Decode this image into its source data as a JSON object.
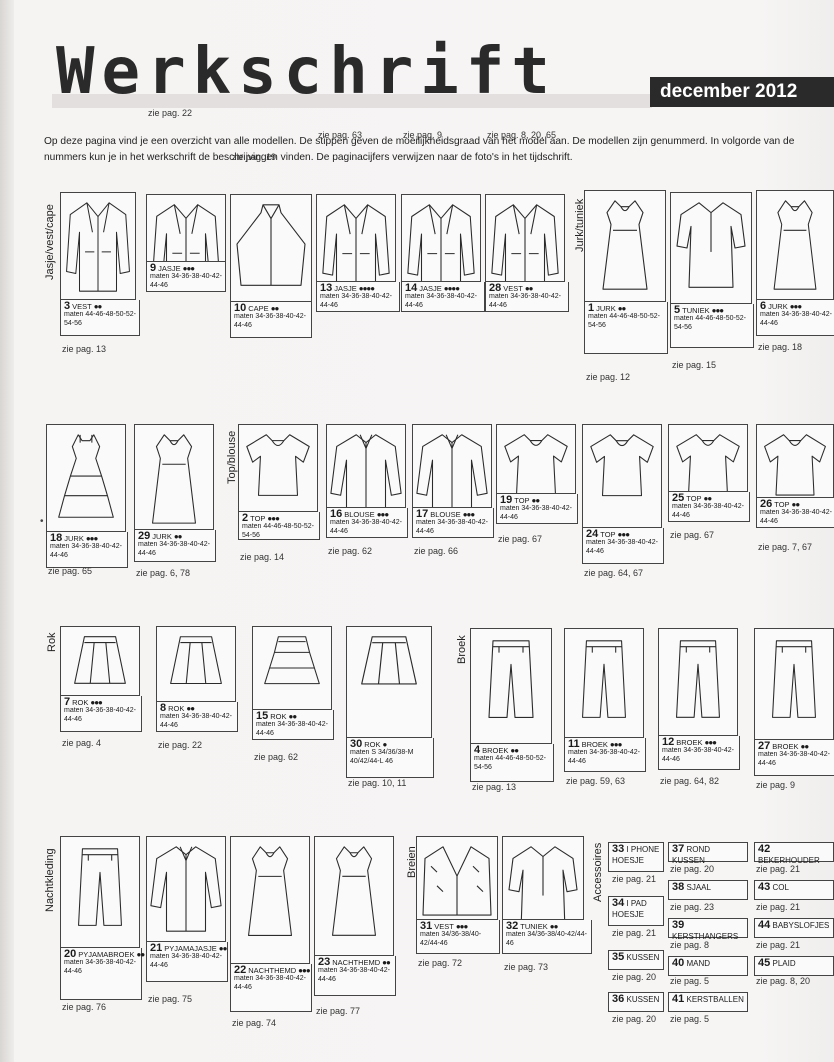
{
  "header": {
    "title": "Werkschrift",
    "date": "december 2012"
  },
  "intro": "Op deze pagina vind je een overzicht van alle modellen. De stippen geven de moeilijkheidsgraad van het model aan. De modellen zijn genummerd. In volgorde van de nummers kun je in het werkschrift de beschrijvingen vinden. De paginacijfers verwijzen naar de foto's in het tijdschrift.",
  "sections": {
    "jasje": "Jasje/vest/cape",
    "jurk": "Jurk/tuniek",
    "top": "Top/blouse",
    "rok": "Rok",
    "broek": "Broek",
    "nacht": "Nachtkleding",
    "breien": "Breien",
    "acc": "Accessoires"
  },
  "models": [
    {
      "num": "3",
      "name": "VEST",
      "dots": "●●",
      "sizes": "maten 44-46-48-50-52-54-56",
      "page": "zie pag. 13",
      "icon": "vest-drawing"
    },
    {
      "num": "9",
      "name": "JASJE",
      "dots": "●●●",
      "sizes": "maten 34-36-38-40-42-44-46",
      "page": "zie pag. 22",
      "icon": "jacket-drawing"
    },
    {
      "num": "10",
      "name": "CAPE",
      "dots": "●●",
      "sizes": "maten 34-36-38-40-42-44-46",
      "page": "zie pag. 19",
      "icon": "cape-drawing"
    },
    {
      "num": "13",
      "name": "JASJE",
      "dots": "●●●●",
      "sizes": "maten 34-36-38-40-42-44-46",
      "page": "zie pag. 63",
      "icon": "jacket-drawing"
    },
    {
      "num": "14",
      "name": "JASJE",
      "dots": "●●●●",
      "sizes": "maten 34-36-38-40-42-44-46",
      "page": "zie pag. 9",
      "icon": "jacket-drawing"
    },
    {
      "num": "28",
      "name": "VEST",
      "dots": "●●",
      "sizes": "maten 34-36-38-40-42-44-46",
      "page": "zie pag. 8, 20, 65",
      "icon": "wrap-vest-drawing"
    },
    {
      "num": "1",
      "name": "JURK",
      "dots": "●●",
      "sizes": "maten 44-46-48-50-52-54-56",
      "page": "zie pag. 12",
      "icon": "dress-drawing"
    },
    {
      "num": "5",
      "name": "TUNIEK",
      "dots": "●●●",
      "sizes": "maten 44-46-48-50-52-54-56",
      "page": "zie pag. 15",
      "icon": "tunic-drawing"
    },
    {
      "num": "6",
      "name": "JURK",
      "dots": "●●●",
      "sizes": "maten 34-36-38-40-42-44-46",
      "page": "zie pag. 18",
      "icon": "dress-drawing"
    },
    {
      "num": "18",
      "name": "JURK",
      "dots": "●●●",
      "sizes": "maten 34-36-38-40-42-44-46",
      "page": "zie pag. 65",
      "icon": "tiered-dress-drawing"
    },
    {
      "num": "29",
      "name": "JURK",
      "dots": "●●",
      "sizes": "maten 34-36-38-40-42-44-46",
      "page": "zie pag. 6, 78",
      "icon": "dress-drawing"
    },
    {
      "num": "2",
      "name": "TOP",
      "dots": "●●●",
      "sizes": "maten 44-46-48-50-52-54-56",
      "page": "zie pag. 14",
      "icon": "top-drawing"
    },
    {
      "num": "16",
      "name": "BLOUSE",
      "dots": "●●●",
      "sizes": "maten 34-36-38-40-42-44-46",
      "page": "zie pag. 62",
      "icon": "blouse-drawing"
    },
    {
      "num": "17",
      "name": "BLOUSE",
      "dots": "●●●",
      "sizes": "maten 34-36-38-40-42-44-46",
      "page": "zie pag. 66",
      "icon": "blouse-drawing"
    },
    {
      "num": "19",
      "name": "TOP",
      "dots": "●●",
      "sizes": "maten 34-36-38-40-42-44-46",
      "page": "zie pag. 67",
      "icon": "top-drawing"
    },
    {
      "num": "24",
      "name": "TOP",
      "dots": "●●●",
      "sizes": "maten 34-36-38-40-42-44-46",
      "page": "zie pag. 64, 67",
      "icon": "top-drawing"
    },
    {
      "num": "25",
      "name": "TOP",
      "dots": "●●",
      "sizes": "maten 34-36-38-40-42-44-46",
      "page": "zie pag. 67",
      "icon": "top-drawing"
    },
    {
      "num": "26",
      "name": "TOP",
      "dots": "●●",
      "sizes": "maten 34-36-38-40-42-44-46",
      "page": "zie pag. 7, 67",
      "icon": "top-drawing"
    },
    {
      "num": "7",
      "name": "ROK",
      "dots": "●●●",
      "sizes": "maten 34-36-38-40-42-44-46",
      "page": "zie pag. 4",
      "icon": "skirt-drawing"
    },
    {
      "num": "8",
      "name": "ROK",
      "dots": "●●",
      "sizes": "maten 34-36-38-40-42-44-46",
      "page": "zie pag. 22",
      "icon": "skirt-drawing"
    },
    {
      "num": "15",
      "name": "ROK",
      "dots": "●●",
      "sizes": "maten 34-36-38-40-42-44-46",
      "page": "zie pag. 62",
      "icon": "tiered-skirt-drawing"
    },
    {
      "num": "30",
      "name": "ROK",
      "dots": "●",
      "sizes": "maten S 34/36/38-M 40/42/44-L 46",
      "page": "zie pag. 10, 11",
      "icon": "skirt-drawing"
    },
    {
      "num": "4",
      "name": "BROEK",
      "dots": "●●",
      "sizes": "maten 44-46-48-50-52-54-56",
      "page": "zie pag. 13",
      "icon": "trousers-drawing"
    },
    {
      "num": "11",
      "name": "BROEK",
      "dots": "●●●",
      "sizes": "maten 34-36-38-40-42-44-46",
      "page": "zie pag. 59, 63",
      "icon": "trousers-drawing"
    },
    {
      "num": "12",
      "name": "BROEK",
      "dots": "●●●",
      "sizes": "maten 34-36-38-40-42-44-46",
      "page": "zie pag. 64, 82",
      "icon": "trousers-drawing"
    },
    {
      "num": "27",
      "name": "BROEK",
      "dots": "●●",
      "sizes": "maten 34-36-38-40-42-44-46",
      "page": "zie pag. 9",
      "icon": "trousers-drawing"
    },
    {
      "num": "20",
      "name": "PYJAMABROEK",
      "dots": "●●",
      "sizes": "maten 34-36-38-40-42-44-46",
      "page": "zie pag. 76",
      "icon": "trousers-drawing"
    },
    {
      "num": "21",
      "name": "PYJAMAJASJE",
      "dots": "●●",
      "sizes": "maten 34-36-38-40-42-44-46",
      "page": "zie pag. 75",
      "icon": "shirt-drawing"
    },
    {
      "num": "22",
      "name": "NACHTHEMD",
      "dots": "●●●",
      "sizes": "maten 34-36-38-40-42-44-46",
      "page": "zie pag. 74",
      "icon": "nightgown-drawing"
    },
    {
      "num": "23",
      "name": "NACHTHEMD",
      "dots": "●●",
      "sizes": "maten 34-36-38-40-42-44-46",
      "page": "zie pag. 77",
      "icon": "nightgown-drawing"
    },
    {
      "num": "31",
      "name": "VEST",
      "dots": "●●●",
      "sizes": "maten 34/36-38/40-42/44-46",
      "page": "zie pag. 72",
      "icon": "knit-vest-drawing"
    },
    {
      "num": "32",
      "name": "TUNIEK",
      "dots": "●●",
      "sizes": "maten 34/36-38/40-42/44-46",
      "page": "zie pag. 73",
      "icon": "knit-tunic-drawing"
    }
  ],
  "accessories": [
    {
      "num": "33",
      "name": "I PHONE HOESJE",
      "page": "zie pag. 21"
    },
    {
      "num": "34",
      "name": "I PAD HOESJE",
      "page": "zie pag. 21"
    },
    {
      "num": "35",
      "name": "KUSSEN",
      "page": "zie pag. 20"
    },
    {
      "num": "36",
      "name": "KUSSEN",
      "page": "zie pag. 20"
    },
    {
      "num": "37",
      "name": "ROND KUSSEN",
      "page": "zie pag. 20"
    },
    {
      "num": "38",
      "name": "SJAAL",
      "page": "zie pag. 23"
    },
    {
      "num": "39",
      "name": "KERSTHANGERS",
      "page": "zie pag. 8"
    },
    {
      "num": "40",
      "name": "MAND",
      "page": "zie pag. 5"
    },
    {
      "num": "41",
      "name": "KERSTBALLEN",
      "page": "zie pag. 5"
    },
    {
      "num": "42",
      "name": "BEKERHOUDER",
      "page": "zie pag. 21"
    },
    {
      "num": "43",
      "name": "COL",
      "page": "zie pag. 21"
    },
    {
      "num": "44",
      "name": "BABYSLOFJES",
      "page": "zie pag. 21"
    },
    {
      "num": "45",
      "name": "PLAID",
      "page": "zie pag. 8, 20"
    }
  ]
}
